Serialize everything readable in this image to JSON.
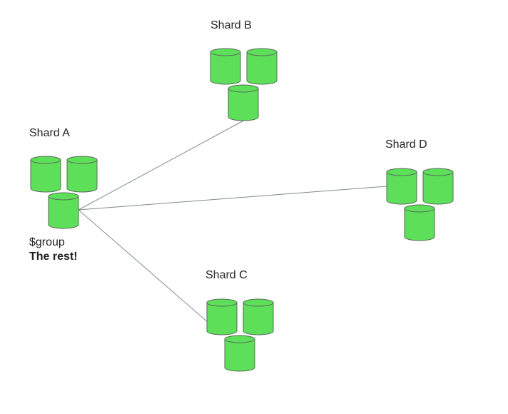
{
  "colors": {
    "cylinder_fill": "#5ddf5a",
    "cylinder_stroke": "#5a6a5a",
    "connector": "#7f8b8b"
  },
  "shards": [
    {
      "id": "a",
      "label": "Shard A"
    },
    {
      "id": "b",
      "label": "Shard B"
    },
    {
      "id": "c",
      "label": "Shard C"
    },
    {
      "id": "d",
      "label": "Shard D"
    }
  ],
  "annotation": {
    "stage": "$group",
    "note": "The rest!"
  }
}
